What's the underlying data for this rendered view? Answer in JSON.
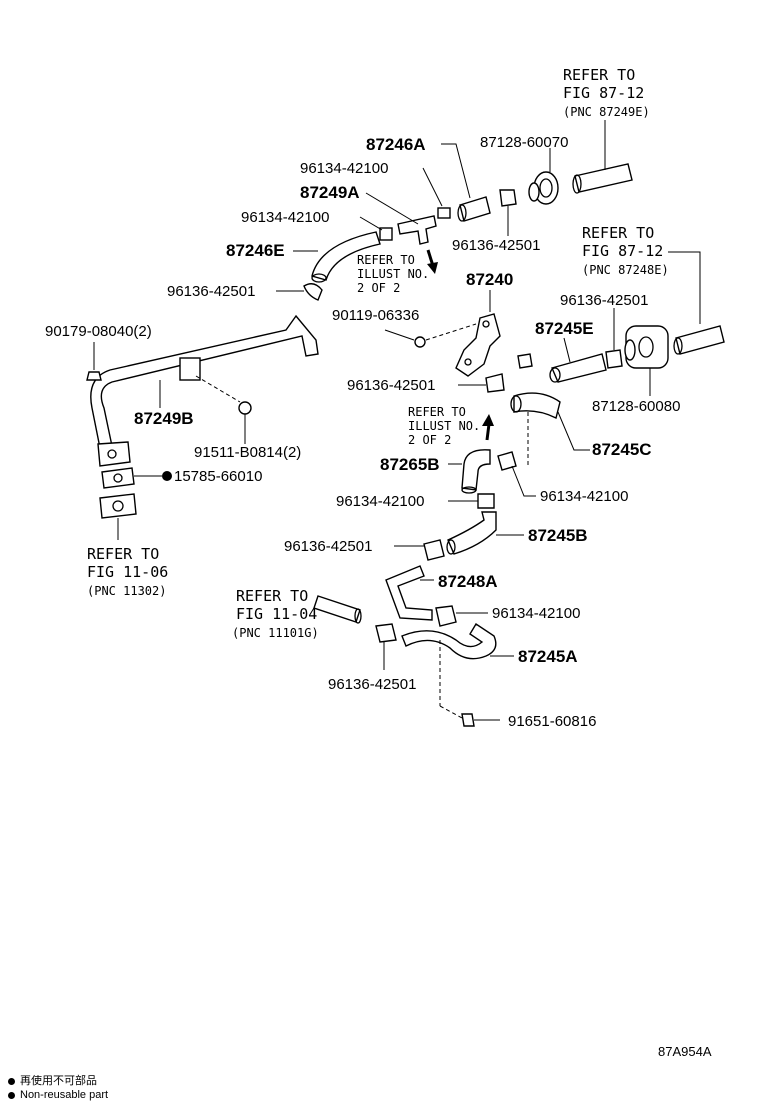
{
  "refs": {
    "fig_87_12_a": {
      "line1": "REFER TO",
      "line2": "FIG 87-12",
      "line3": "(PNC 87249E)"
    },
    "fig_87_12_b": {
      "line1": "REFER TO",
      "line2": "FIG 87-12",
      "line3": "(PNC 87248E)"
    },
    "illust_upper": {
      "line1": "REFER TO",
      "line2": "ILLUST NO.",
      "line3": "2 OF 2"
    },
    "illust_middle": {
      "line1": "REFER TO",
      "line2": "ILLUST NO.",
      "line3": "2 OF 2"
    },
    "fig_11_06": {
      "line1": "REFER TO",
      "line2": "FIG 11-06",
      "line3": "(PNC 11302)"
    },
    "fig_11_04": {
      "line1": "REFER TO",
      "line2": "FIG 11-04",
      "line3": "(PNC 11101G)"
    }
  },
  "parts": {
    "p87246A": "87246A",
    "p87128_60070": "87128-60070",
    "p96134_42100_a": "96134-42100",
    "p87249A": "87249A",
    "p96134_42100_b": "96134-42100",
    "p96136_42501_a": "96136-42501",
    "p87246E": "87246E",
    "p96136_42501_b": "96136-42501",
    "p87240": "87240",
    "p96136_42501_c": "96136-42501",
    "p90119_06336": "90119-06336",
    "p87245E": "87245E",
    "p90179_08040": "90179-08040(2)",
    "p96136_42501_d": "96136-42501",
    "p87128_60080": "87128-60080",
    "p87249B": "87249B",
    "p87245C": "87245C",
    "p91511_B0814": "91511-B0814(2)",
    "p87265B": "87265B",
    "p96134_42100_c": "96134-42100",
    "p15785_66010": "15785-66010",
    "p96134_42100_d": "96134-42100",
    "p87245B": "87245B",
    "p96136_42501_e": "96136-42501",
    "p87248A": "87248A",
    "p96134_42100_e": "96134-42100",
    "p87245A": "87245A",
    "p96136_42501_f": "96136-42501",
    "p91651_60816": "91651-60816"
  },
  "diagram_code": "87A954A",
  "legend": {
    "line1": "再使用不可部品",
    "line2": "Non-reusable part"
  }
}
